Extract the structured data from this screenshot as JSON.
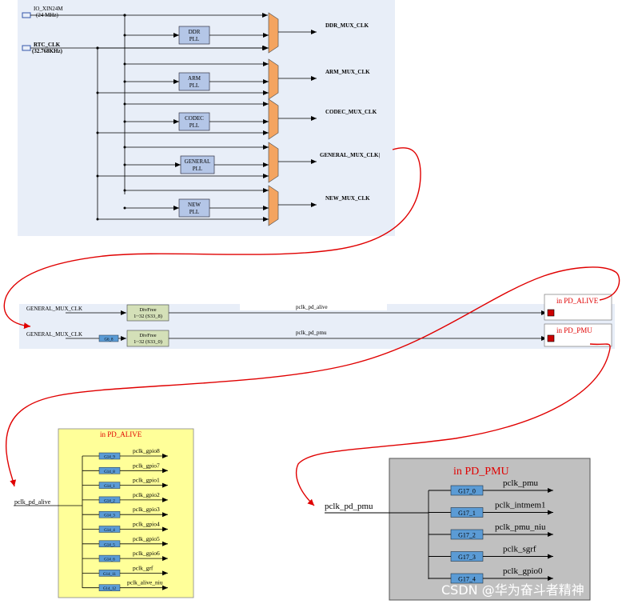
{
  "clock_tree": {
    "inputs": {
      "xin24m": "IO_XIN24M",
      "xin24m_freq": "(24 MHz)",
      "rtc": "RTC_CLK",
      "rtc_freq": "(32.768KHz)"
    },
    "plls": [
      {
        "l1": "DDR",
        "l2": "PLL",
        "out": "DDR_MUX_CLK"
      },
      {
        "l1": "ARM",
        "l2": "PLL",
        "out": "ARM_MUX_CLK"
      },
      {
        "l1": "CODEC",
        "l2": "PLL",
        "out": "CODEC_MUX_CLK"
      },
      {
        "l1": "GENERAL",
        "l2": "PLL",
        "out": "GENERAL_MUX_CLK|"
      },
      {
        "l1": "NEW",
        "l2": "PLL",
        "out": "NEW_MUX_CLK"
      }
    ]
  },
  "divider_stage": {
    "rows": [
      {
        "src": "GENERAL_MUX_CLK",
        "gate": "",
        "div1": "DivFree",
        "div2": "1~32 (S33_8)",
        "net": "pclk_pd_alive",
        "domain": "in PD_ALIVE"
      },
      {
        "src": "GENERAL_MUX_CLK",
        "gate": "G6_8",
        "div1": "DivFree",
        "div2": "1~32 (S33_0)",
        "net": "pclk_pd_pmu",
        "domain": "in PD_PMU"
      }
    ]
  },
  "alive_domain": {
    "title": "in PD_ALIVE",
    "input": "pclk_pd_alive",
    "items": [
      {
        "gate": "G14_9",
        "out": "pclk_gpio8"
      },
      {
        "gate": "G14_8",
        "out": "pclk_gpio7"
      },
      {
        "gate": "G14_1",
        "out": "pclk_gpio1"
      },
      {
        "gate": "G14_2",
        "out": "pclk_gpio2"
      },
      {
        "gate": "G14_3",
        "out": "pclk_gpio3"
      },
      {
        "gate": "G14_4",
        "out": "pclk_gpio4"
      },
      {
        "gate": "G14_5",
        "out": "pclk_gpio5"
      },
      {
        "gate": "G14_6",
        "out": "pclk_gpio6"
      },
      {
        "gate": "G14_11",
        "out": "pclk_grf"
      },
      {
        "gate": "G14_12",
        "out": "pclk_alive_niu"
      }
    ]
  },
  "pmu_domain": {
    "title": "in PD_PMU",
    "input": "pclk_pd_pmu",
    "items": [
      {
        "gate": "G17_0",
        "out": "pclk_pmu"
      },
      {
        "gate": "G17_1",
        "out": "pclk_intmem1"
      },
      {
        "gate": "G17_2",
        "out": "pclk_pmu_niu"
      },
      {
        "gate": "G17_3",
        "out": "pclk_sgrf"
      },
      {
        "gate": "G17_4",
        "out": "pclk_gpio0"
      }
    ]
  },
  "watermark": "CSDN @华为奋斗者精神",
  "colors": {
    "panel": "#e8eef8",
    "pll": "#b4c6e7",
    "mux": "#f4a460",
    "div": "#d4e0b8",
    "gate": "#5b9bd5",
    "alive_bg": "#ffff99",
    "pmu_bg": "#c0c0c0",
    "annotation": "#e00000"
  }
}
